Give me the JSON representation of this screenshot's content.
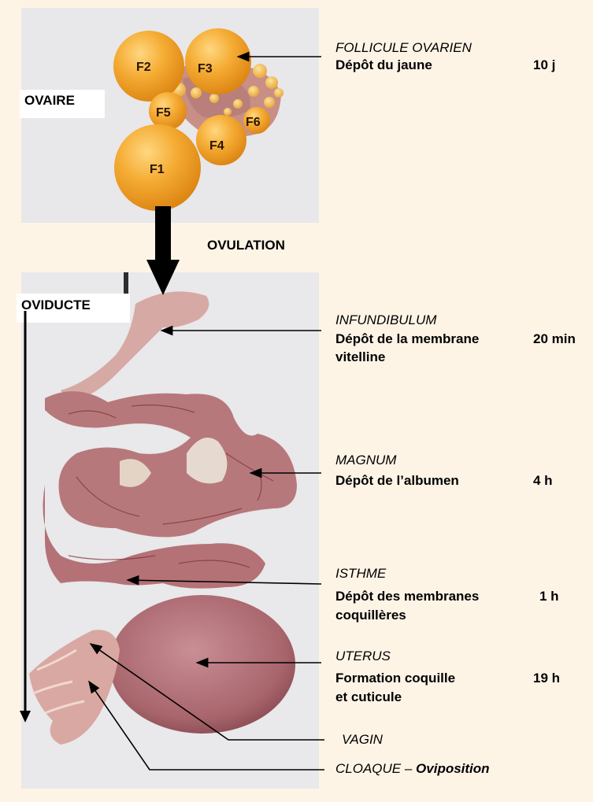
{
  "ovary": {
    "box_label": "OVAIRE",
    "follicles": [
      "F1",
      "F2",
      "F3",
      "F4",
      "F5",
      "F6"
    ]
  },
  "ovulation_label": "OVULATION",
  "oviduct_label": "OVIDUCTE",
  "stages": [
    {
      "name": "FOLLICULE OVARIEN",
      "process": "Dépôt du jaune",
      "duration": "10 j"
    },
    {
      "name": "INFUNDIBULUM",
      "process": "Dépôt de la membrane",
      "process2": "vitelline",
      "duration": "20 min"
    },
    {
      "name": "MAGNUM",
      "process": "Dépôt de l’albumen",
      "duration": "4 h"
    },
    {
      "name": "ISTHME",
      "process": "Dépôt des membranes",
      "process2": "coquillères",
      "duration": "1 h"
    },
    {
      "name": "UTERUS",
      "process": "Formation coquille",
      "process2": "et cuticule",
      "duration": "19 h"
    },
    {
      "name": "VAGIN"
    }
  ],
  "cloaca": {
    "name": "CLOAQUE",
    "dash": " – ",
    "event": "Oviposition"
  },
  "colors": {
    "background": "#fdf4e6",
    "photo_bg": "#e9e8ea",
    "yolk": "#f2a12e",
    "oviduct_tissue": "#b7787c",
    "uterus": "#a86a70"
  }
}
